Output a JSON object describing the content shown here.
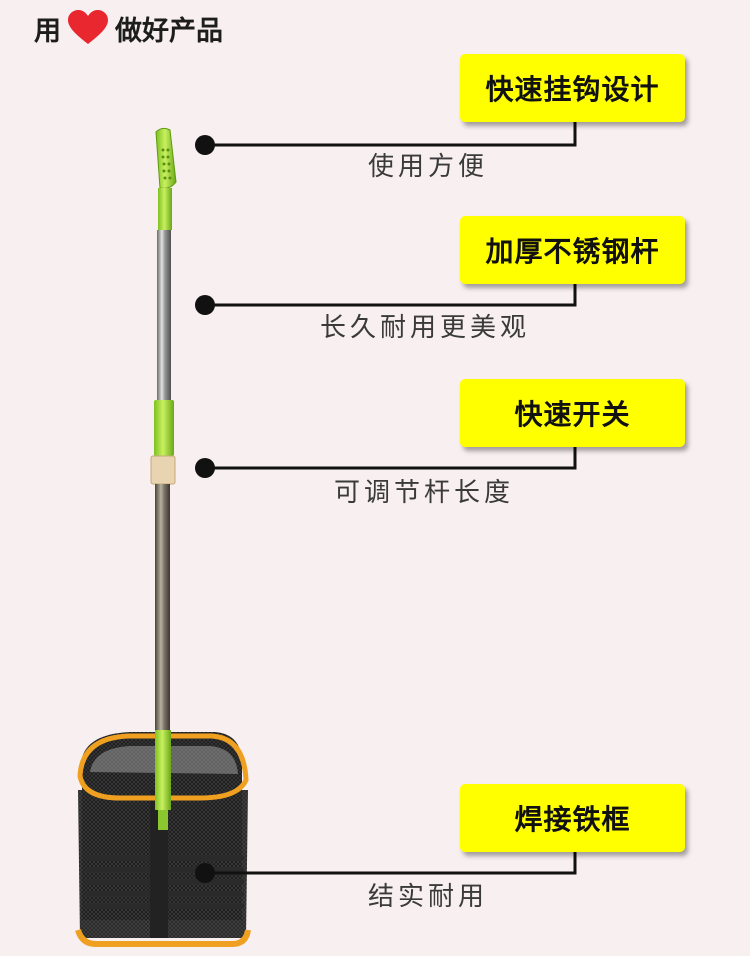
{
  "header": {
    "prefix": "用",
    "icon": "heart-icon",
    "suffix": "做好产品",
    "heart_color": "#e8282e"
  },
  "features": [
    {
      "title": "快速挂钩设计",
      "subtitle": "使用方便"
    },
    {
      "title": "加厚不锈钢杆",
      "subtitle": "长久耐用更美观"
    },
    {
      "title": "快速开关",
      "subtitle": "可调节杆长度"
    },
    {
      "title": "焊接铁框",
      "subtitle": "结实耐用"
    }
  ],
  "colors": {
    "label_bg": "#ffff00",
    "accent_green": "#a8e33c",
    "frame_orange": "#f0a020",
    "background": "#f8eff0"
  }
}
